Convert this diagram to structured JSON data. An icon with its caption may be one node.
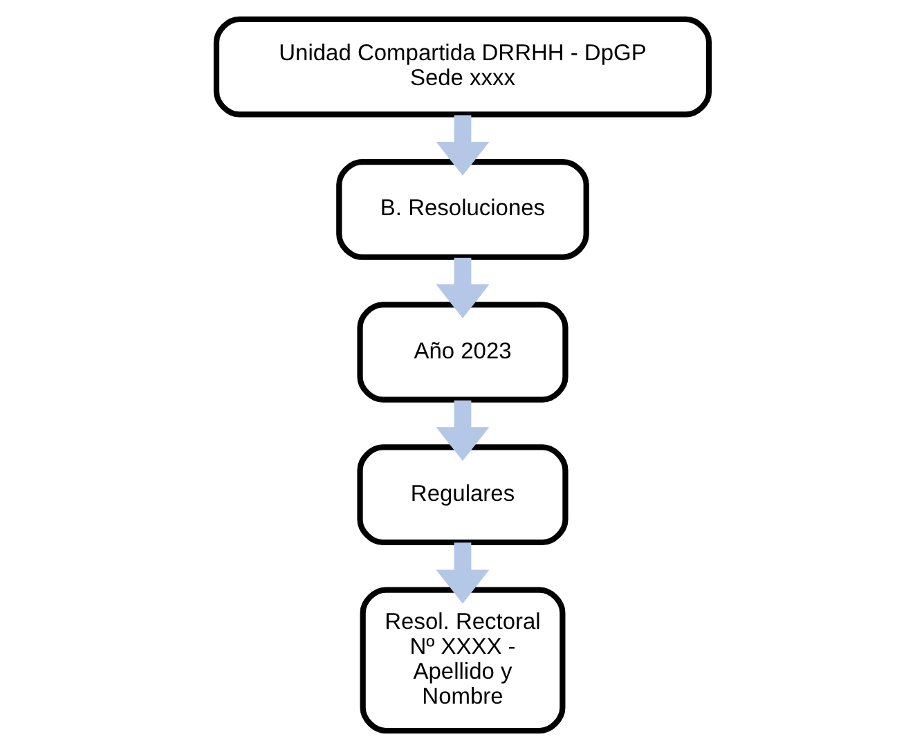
{
  "diagram": {
    "nodes": [
      {
        "text": [
          "Unidad Compartida DRRHH - DpGP Sede xxxx"
        ]
      },
      {
        "text": [
          "B. Resoluciones"
        ]
      },
      {
        "text": [
          "Año 2023"
        ]
      },
      {
        "text": [
          "Regulares"
        ]
      },
      {
        "text": [
          "Resol. Rectoral Nº XXXX - Apellido y Nombre"
        ]
      }
    ],
    "edges": [
      {
        "from": 0,
        "to": 1,
        "arrow": "to"
      },
      {
        "from": 1,
        "to": 2,
        "arrow": "to"
      },
      {
        "from": 2,
        "to": 3,
        "arrow": "to"
      },
      {
        "from": 3,
        "to": 4,
        "arrow": "to"
      }
    ]
  }
}
